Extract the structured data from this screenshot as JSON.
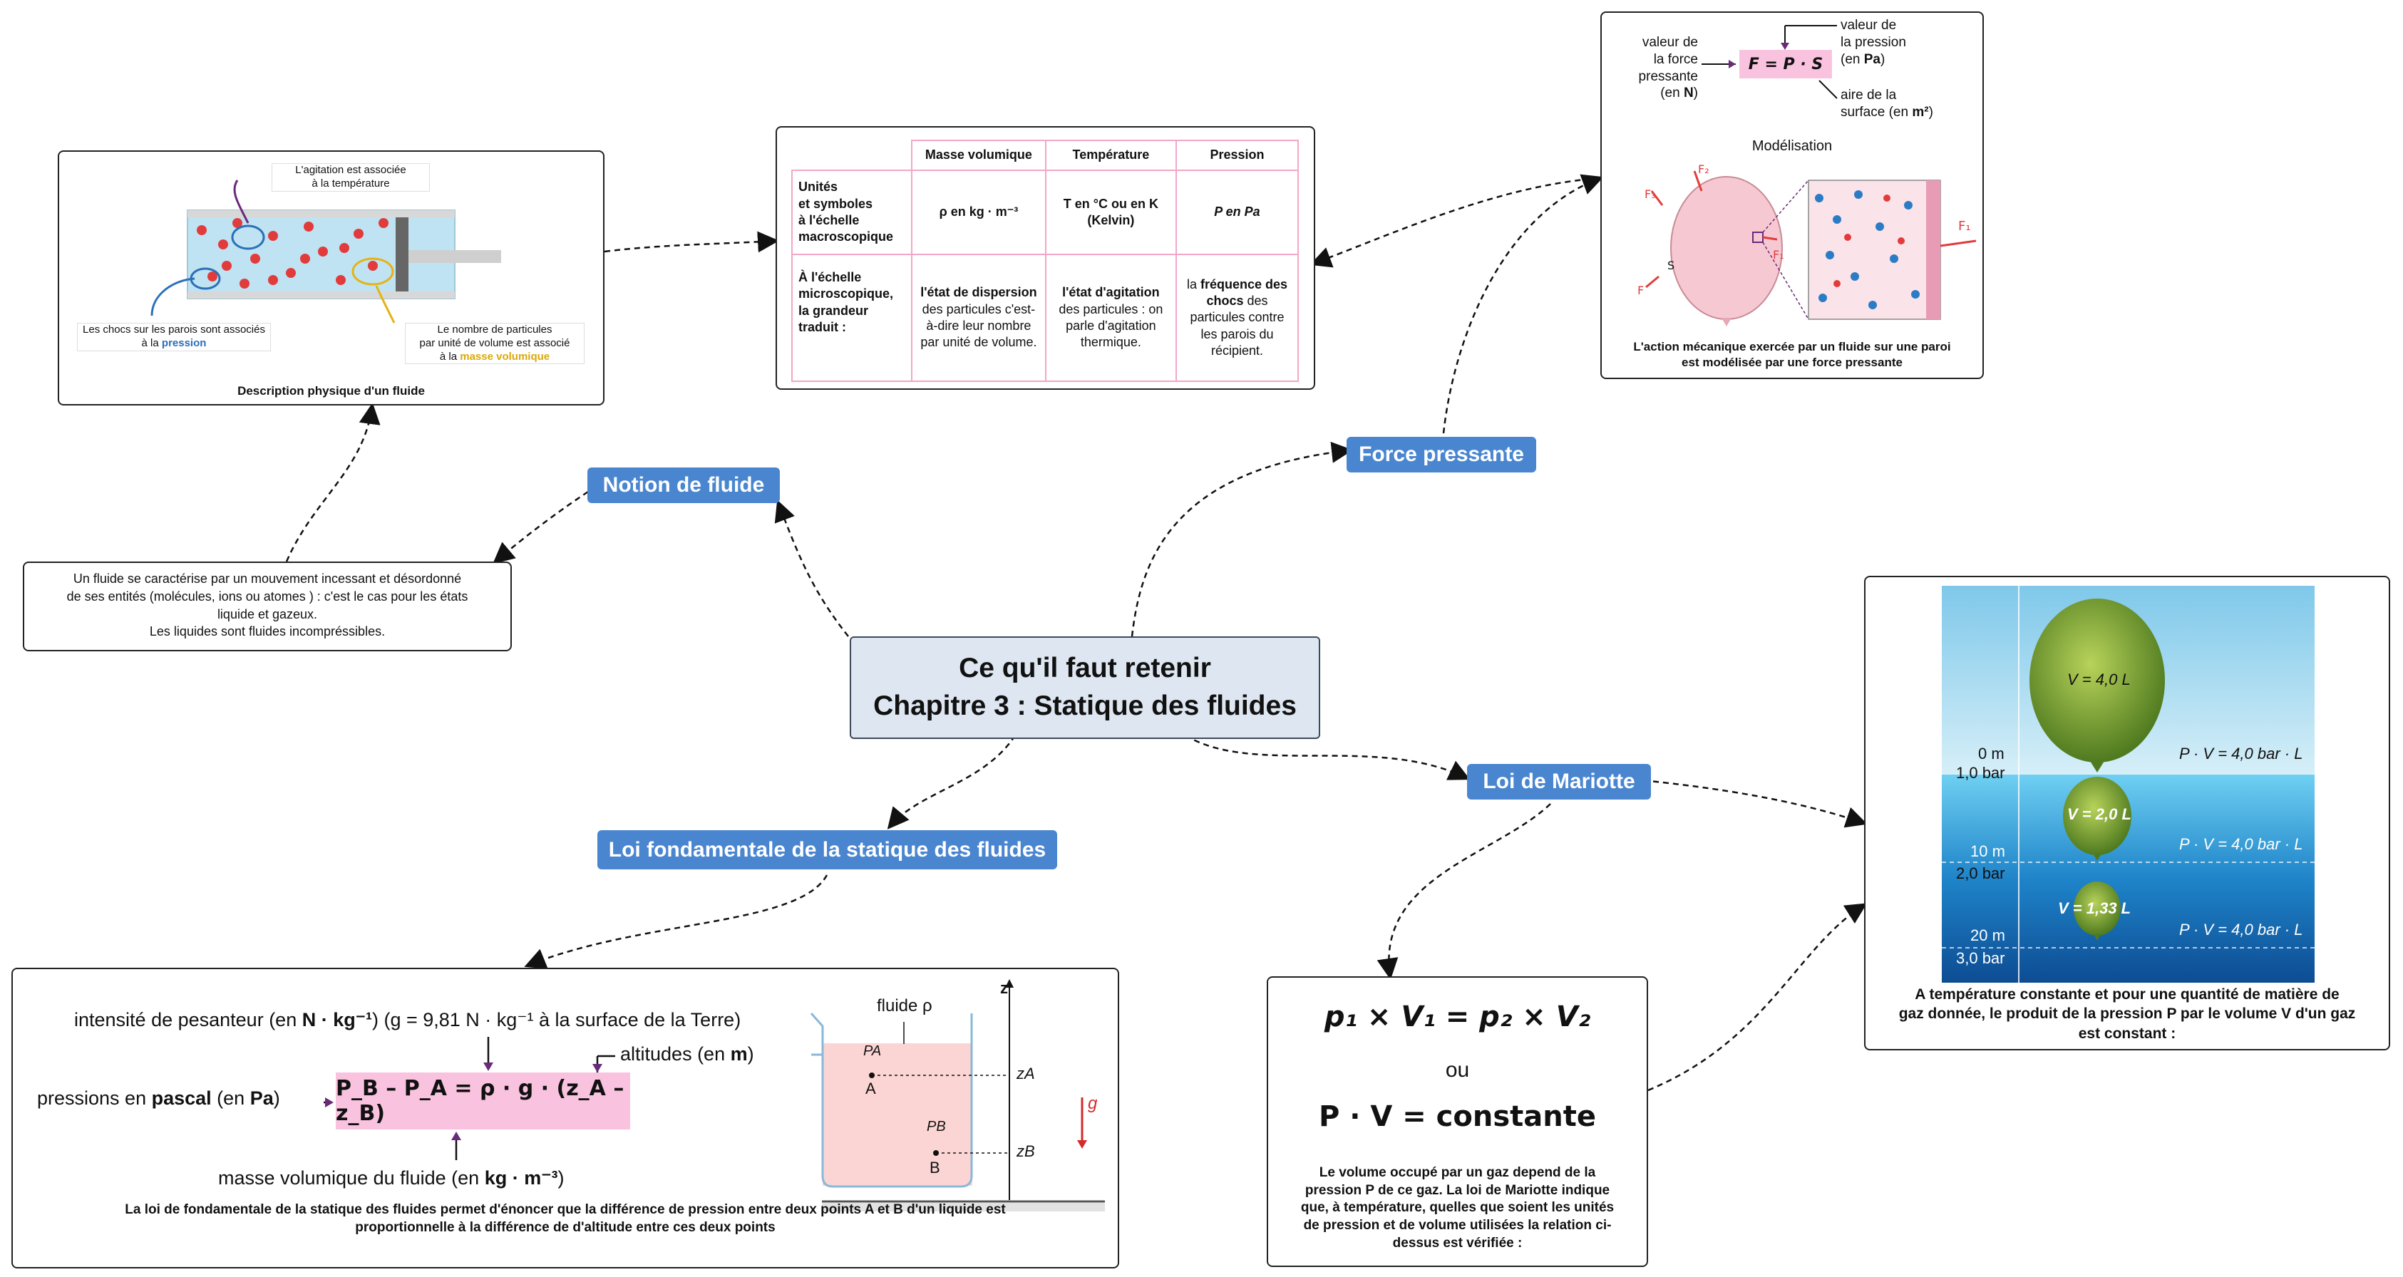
{
  "center": {
    "line1": "Ce qu'il faut retenir",
    "line2": "Chapitre 3 : Statique des fluides"
  },
  "topics": {
    "notion": "Notion de fluide",
    "force": "Force pressante",
    "mariotte": "Loi de Mariotte",
    "loi_fond": "Loi fondamentale de la statique des fluides"
  },
  "colors": {
    "topic": "#4a86d0",
    "center_bg": "#dde6f1",
    "pink": "#f9c3e0",
    "table_border": "#f3a6c6",
    "water_top": "#bfe6f5",
    "water_deep": "#0d4c93"
  },
  "fluide_def": {
    "l1": "Un fluide se caractérise par un mouvement incessant et désordonné",
    "l2": "de ses entités (molécules, ions ou atomes ) : c'est le cas pour les états",
    "l3": "liquide et gazeux.",
    "l4": "Les liquides sont fluides incompréssibles."
  },
  "description": {
    "caption": "Description physique d'un fluide",
    "agitation1": "L'agitation est associée",
    "agitation2": "à la température",
    "chocs1": "Les chocs sur les parois sont associés",
    "chocs2_pre": "à la ",
    "chocs2_key": "pression",
    "nombre1": "Le nombre de particules",
    "nombre2": "par unité de volume est associé",
    "nombre3_pre": "à la ",
    "nombre3_key": "masse volumique"
  },
  "table": {
    "headers": [
      "Masse volumique",
      "Température",
      "Pression"
    ],
    "row1_label": [
      "Unités",
      "et symboles",
      "à l'échelle",
      "macroscopique"
    ],
    "row1": [
      "ρ en kg · m⁻³",
      "T en °C ou en K (Kelvin)",
      "P en Pa"
    ],
    "row2_label": [
      "À l'échelle",
      "microscopique,",
      "la grandeur",
      "traduit :"
    ],
    "row2": [
      {
        "b": "l'état de dispersion",
        "t": " des particules c'est-à-dire leur nombre par unité de volume."
      },
      {
        "b": "l'état d'agitation",
        "t": " des particules : on parle d'agitation thermique."
      },
      {
        "t1": "la ",
        "b": "fréquence des chocs",
        "t": " des particules contre les parois du récipient."
      }
    ]
  },
  "force_box": {
    "formula": "F = P · S",
    "force_l1": "valeur de",
    "force_l2": "la force",
    "force_l3": "pressante",
    "force_l4_pre": "(en ",
    "force_l4_key": "N",
    "force_l4_post": ")",
    "press_l1": "valeur de",
    "press_l2": "la pression",
    "press_l3_pre": "(en ",
    "press_l3_key": "Pa",
    "press_l3_post": ")",
    "aire_l1": "aire de la",
    "aire_l2_pre": "surface (en ",
    "aire_l2_key": "m²",
    "aire_l2_post": ")",
    "modelisation": "Modélisation",
    "caption1": "L'action mécanique exercée par un fluide sur une paroi",
    "caption2": "est modélisée par une force pressante",
    "vec_labels": [
      "F₁",
      "F₂",
      "F₃",
      "F",
      "F₁",
      "S"
    ]
  },
  "mariotte_img": {
    "levels": [
      {
        "depth": "0 m",
        "bar": "1,0 bar",
        "volume": "V = 4,0 L",
        "pv": "P · V = 4,0 bar · L"
      },
      {
        "depth": "10 m",
        "bar": "2,0 bar",
        "volume": "V = 2,0 L",
        "pv": "P · V = 4,0 bar · L"
      },
      {
        "depth": "20 m",
        "bar": "3,0 bar",
        "volume": "V = 1,33 L",
        "pv": "P · V = 4,0 bar · L"
      }
    ],
    "caption1": "A température constante et pour une quantité de matière de",
    "caption2": "gaz donnée, le produit de la pression P par le volume V d'un gaz",
    "caption3": "est constant :"
  },
  "mariotte_formula": {
    "f1": "p₁ × V₁ = p₂ × V₂",
    "ou": "ou",
    "f2": "P · V = constante",
    "caption": [
      "Le volume occupé par un gaz depend de la",
      "pression P de ce gaz. La loi de Mariotte indique",
      "que, à température, quelles que soient les unités",
      "de pression et de volume utilisées la relation ci-",
      "dessus est vérifiée :"
    ]
  },
  "loi_box": {
    "pesanteur_pre": "intensité de pesanteur (en ",
    "pesanteur_key": "N · kg⁻¹",
    "pesanteur_post": ") (g = 9,81 N · kg⁻¹ à la surface de la Terre)",
    "altitudes_pre": "altitudes (en ",
    "altitudes_key": "m",
    "altitudes_post": ")",
    "pressions_pre": "pressions en ",
    "pressions_key": "pascal",
    "pressions_mid": " (en ",
    "pressions_key2": "Pa",
    "pressions_post": ")",
    "formula": "P_B – P_A = ρ · g · (z_A – z_B)",
    "masse_pre": "masse volumique du fluide (en ",
    "masse_key": "kg · m⁻³",
    "masse_post": ")",
    "fluide": "fluide ρ",
    "z": "z",
    "zA": "zA",
    "zB": "zB",
    "PA": "PA",
    "PB": "PB",
    "A": "A",
    "B": "B",
    "g": "g",
    "caption1": "La loi de fondamentale de la statique des fluides permet d'énoncer que la différence de pression entre deux points A et B d'un liquide est",
    "caption2": "proportionnelle à la différence de d'altitude entre ces deux points"
  }
}
